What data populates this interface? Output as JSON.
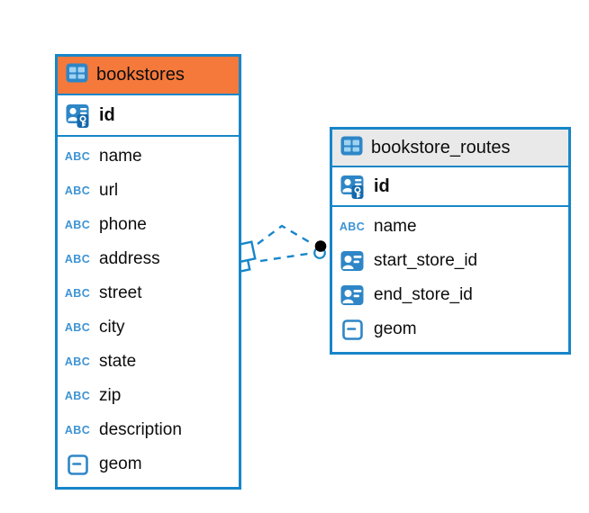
{
  "app": {
    "view": "entity-relationship-diagram",
    "background": "#ffffff"
  },
  "colors": {
    "accent_blue": "#1786c9",
    "icon_blue": "#2e86c7",
    "icon_cell_blue": "#9fd2f1",
    "key_badge_blue": "#1468ab",
    "orange_header": "#f5793b",
    "gray_header": "#e9e9e9",
    "text": "#0d0d0d",
    "abc_icon_blue": "#3d93d4"
  },
  "icons": {
    "abc_label": "ABC",
    "header_icon": "table-icon",
    "pk_icon": "person-key-icon",
    "fk_icon": "person-card-icon",
    "geometry_icon": "geometry-rect-icon"
  },
  "tables": [
    {
      "title": "bookstores",
      "header_bg": "#f5793b",
      "pk": {
        "name": "id"
      },
      "columns": [
        {
          "name": "name",
          "type": "text"
        },
        {
          "name": "url",
          "type": "text"
        },
        {
          "name": "phone",
          "type": "text"
        },
        {
          "name": "address",
          "type": "text"
        },
        {
          "name": "street",
          "type": "text"
        },
        {
          "name": "city",
          "type": "text"
        },
        {
          "name": "state",
          "type": "text"
        },
        {
          "name": "zip",
          "type": "text"
        },
        {
          "name": "description",
          "type": "text"
        },
        {
          "name": "geom",
          "type": "geometry"
        }
      ]
    },
    {
      "title": "bookstore_routes",
      "header_bg": "#e9e9e9",
      "pk": {
        "name": "id"
      },
      "columns": [
        {
          "name": "name",
          "type": "text"
        },
        {
          "name": "start_store_id",
          "type": "reference"
        },
        {
          "name": "end_store_id",
          "type": "reference"
        },
        {
          "name": "geom",
          "type": "geometry"
        }
      ]
    }
  ],
  "relationships": [
    {
      "between": "bookstores and bookstore_routes",
      "line_style": "dashed",
      "source_marker": "overlapping-squares",
      "target_marker": "black-dot"
    },
    {
      "between": "bookstores and bookstore_routes",
      "line_style": "dashed",
      "source_marker": "overlapping-squares",
      "target_marker": "blue-ring-dot"
    }
  ]
}
